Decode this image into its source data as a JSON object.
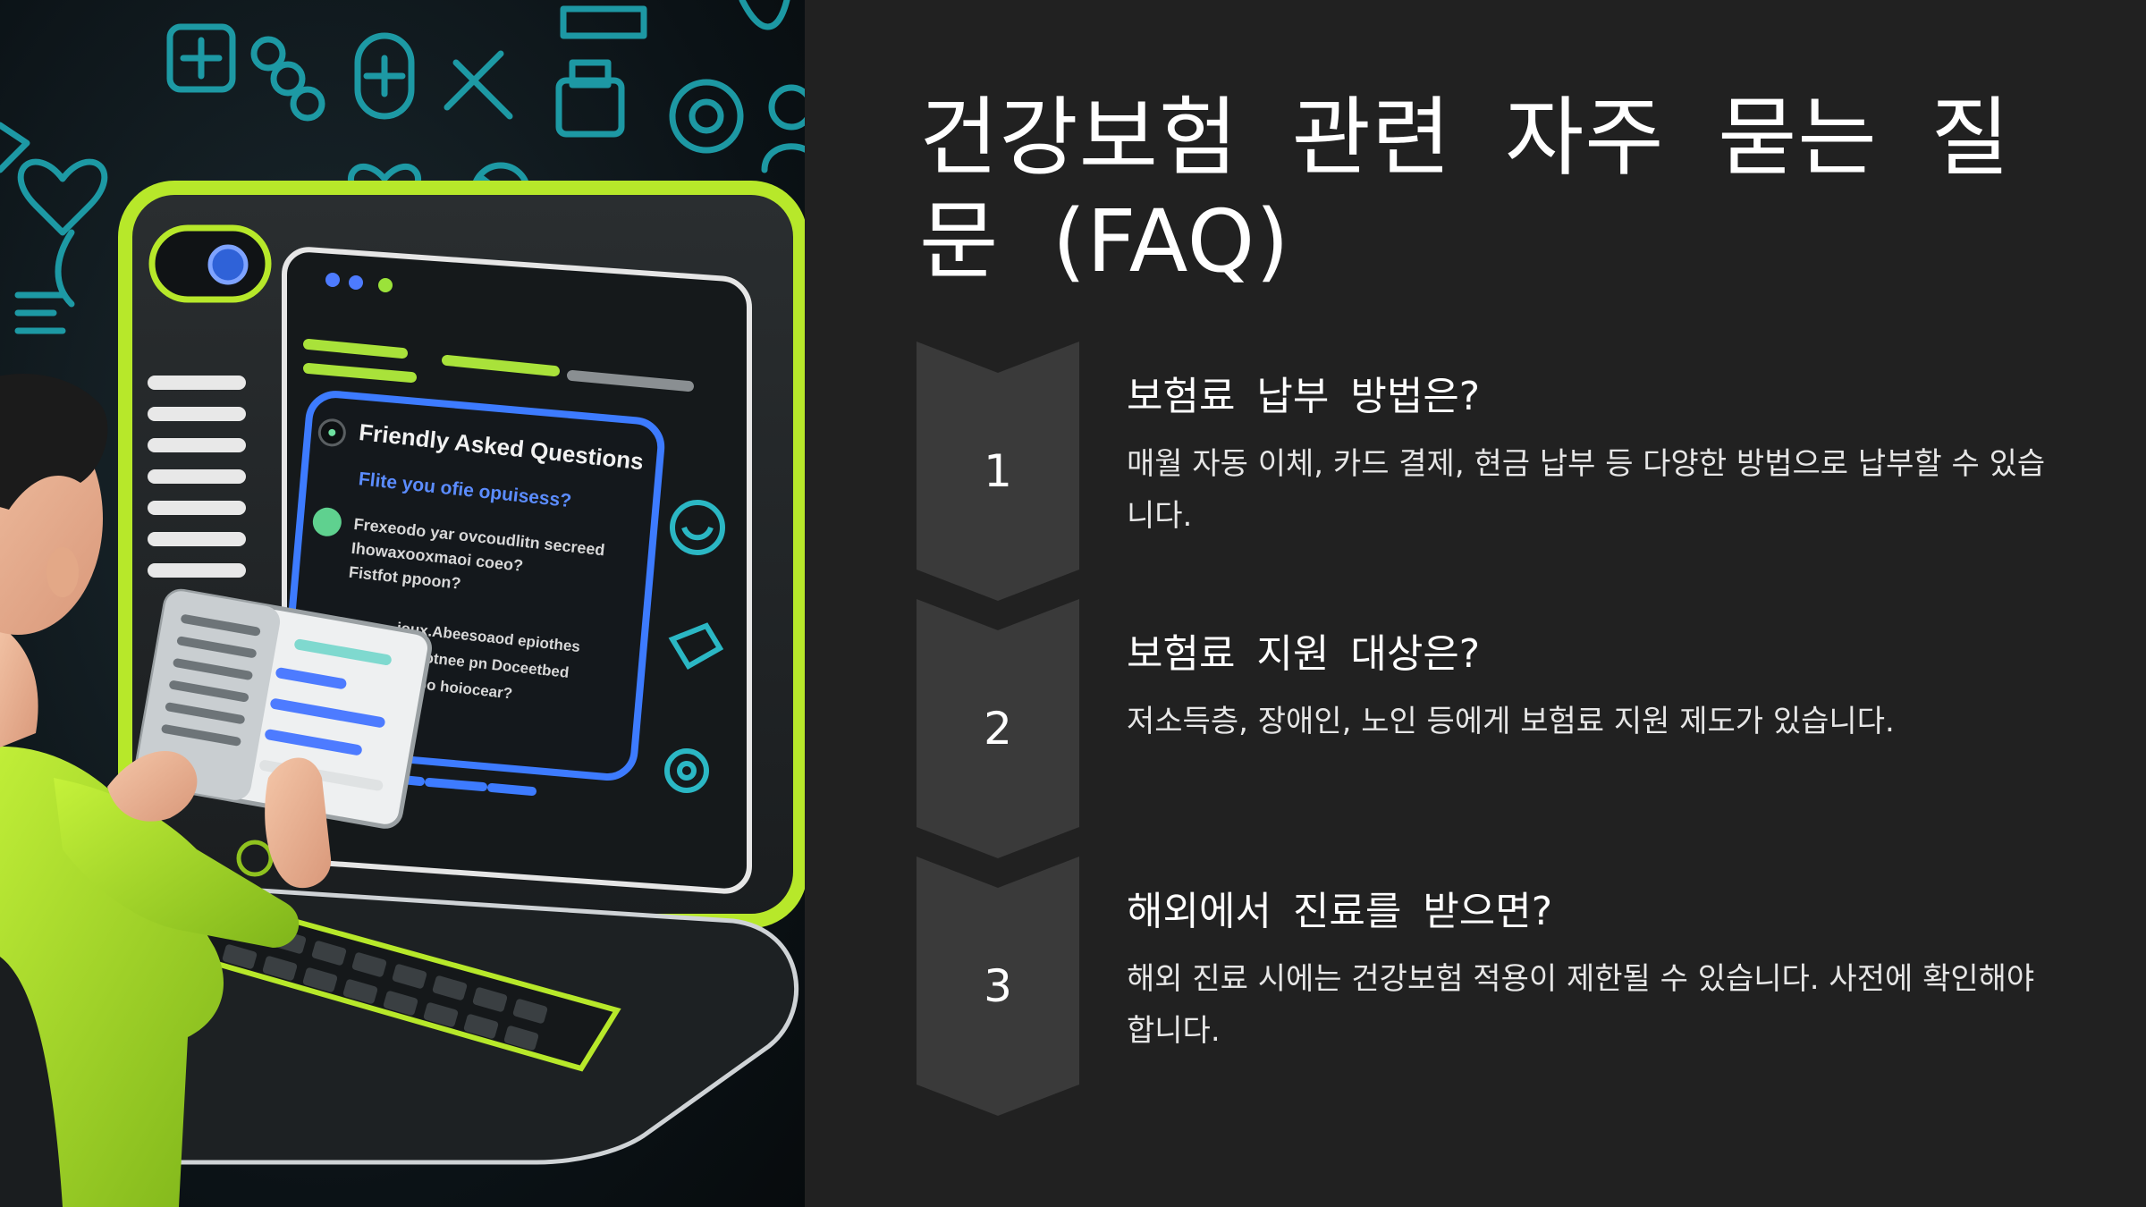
{
  "slide": {
    "title": "건강보험 관련 자주 묻는 질문 (FAQ)",
    "colors": {
      "background": "#212121",
      "chevron": "#3a3a3a",
      "text": "#ffffff",
      "accent_green": "#b7e82a",
      "accent_cyan": "#2bb7c4",
      "accent_blue": "#3d7bff"
    },
    "illustration": {
      "screen_heading": "Friendly Asked Questions",
      "screen_subheading": "Flite you ofie opuisess?",
      "screen_lines": [
        "Frexeodo yar ovcoudlitn secreed",
        "Ihowaxooxmaoi coeo?",
        "Fistfot ppoon?",
        "ioux.Abeesoaod epiothes",
        "Tosmotnee pn Doceetbed",
        "sdbe bo hoiocear?"
      ]
    },
    "faq": [
      {
        "number": "1",
        "question": "보험료 납부 방법은?",
        "answer": "매월 자동 이체, 카드 결제, 현금 납부 등 다양한 방법으로 납부할 수 있습니다."
      },
      {
        "number": "2",
        "question": "보험료 지원 대상은?",
        "answer": "저소득층, 장애인, 노인 등에게 보험료 지원 제도가 있습니다."
      },
      {
        "number": "3",
        "question": "해외에서 진료를 받으면?",
        "answer": "해외 진료 시에는 건강보험 적용이 제한될 수 있습니다. 사전에 확인해야 합니다."
      }
    ]
  }
}
